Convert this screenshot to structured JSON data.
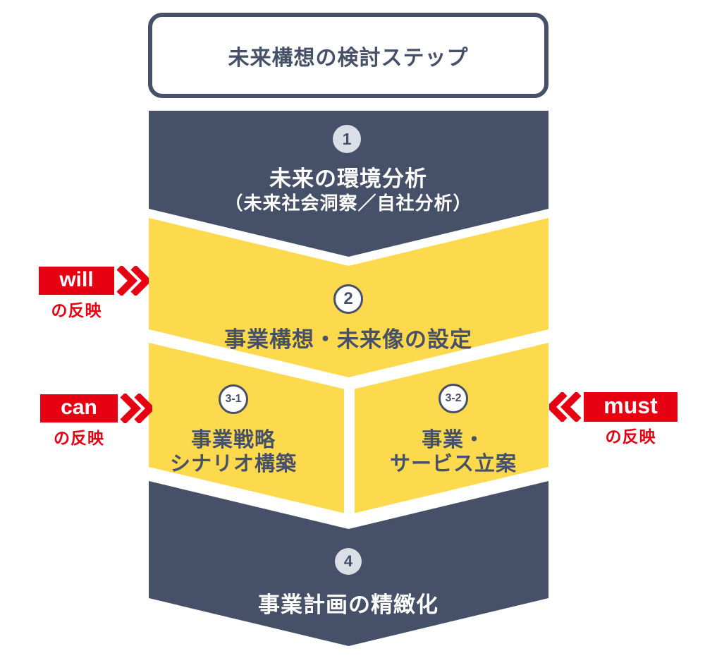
{
  "title": "未来構想の検討ステップ",
  "colors": {
    "navy": "#465068",
    "yellow": "#fcd94d",
    "red": "#e60012",
    "badge_light_fill": "#d9dee7",
    "white": "#ffffff"
  },
  "steps": [
    {
      "number": "1",
      "lines": [
        "未来の環境分析",
        "（未来社会洞察／自社分析）"
      ]
    },
    {
      "number": "2",
      "lines": [
        "事業構想・未来像の設定"
      ]
    },
    {
      "number": "3-1",
      "lines": [
        "事業戦略",
        "シナリオ構築"
      ]
    },
    {
      "number": "3-2",
      "lines": [
        "事業・",
        "サービス立案"
      ]
    },
    {
      "number": "4",
      "lines": [
        "事業計画の精緻化"
      ]
    }
  ],
  "side_labels": [
    {
      "keyword": "will",
      "suffix": "の反映",
      "direction": "right"
    },
    {
      "keyword": "can",
      "suffix": "の反映",
      "direction": "right"
    },
    {
      "keyword": "must",
      "suffix": "の反映",
      "direction": "left"
    }
  ]
}
